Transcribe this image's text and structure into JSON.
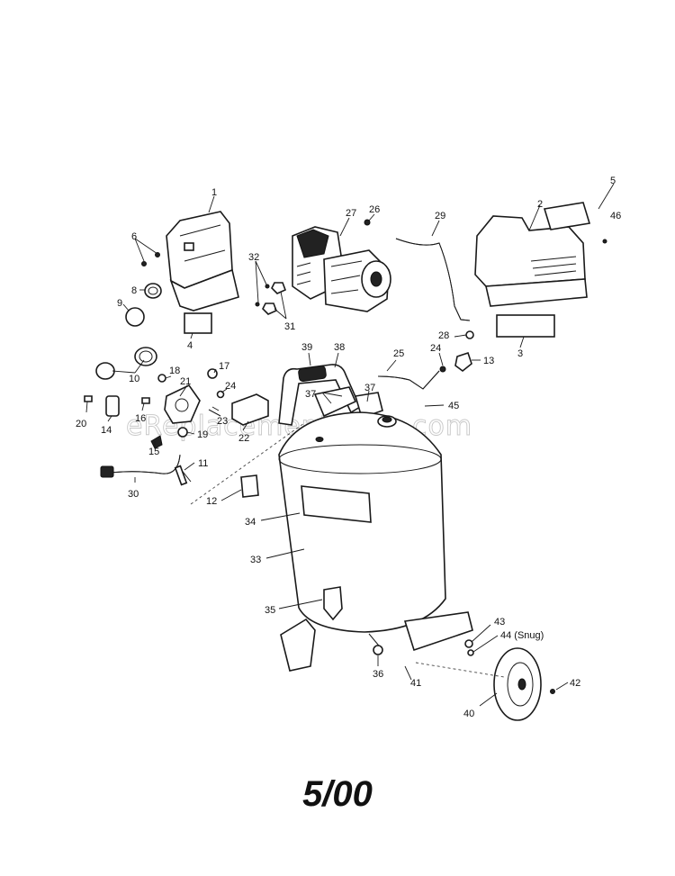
{
  "watermark": "eReplacementParts.com",
  "date_code": "5/00",
  "callouts": [
    "1",
    "2",
    "3",
    "4",
    "5",
    "6",
    "8",
    "9",
    "10",
    "11",
    "12",
    "13",
    "14",
    "15",
    "16",
    "17",
    "18",
    "19",
    "20",
    "21",
    "22",
    "23",
    "24",
    "24",
    "25",
    "26",
    "27",
    "28",
    "29",
    "30",
    "31",
    "32",
    "33",
    "34",
    "35",
    "36",
    "37",
    "37",
    "38",
    "39",
    "40",
    "41",
    "42",
    "43",
    "44 (Snug)",
    "45",
    "46"
  ]
}
